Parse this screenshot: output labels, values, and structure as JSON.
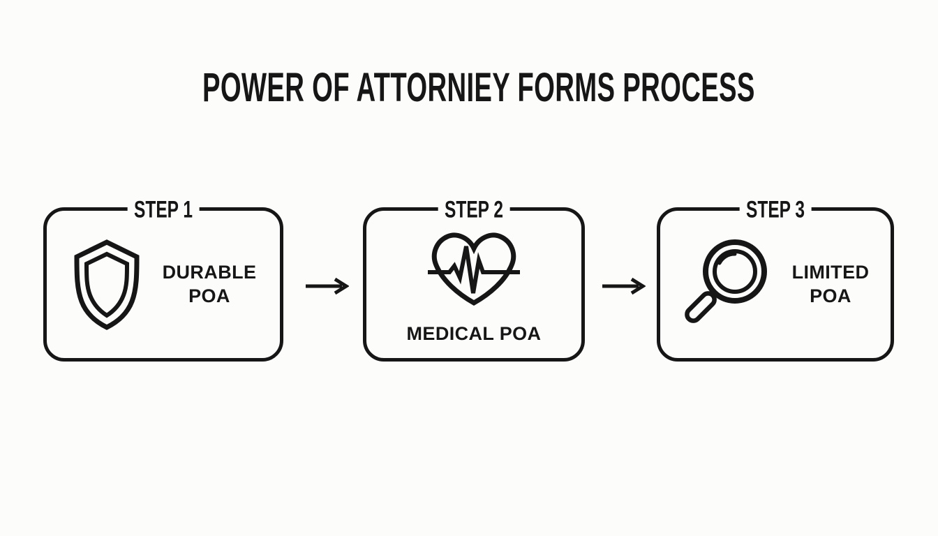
{
  "header": {
    "title": "POWER OF ATTORNIEY FORMS PROCESS"
  },
  "steps": [
    {
      "step_label": "STEP 1",
      "icon": "shield-icon",
      "poa_type_lines": [
        "DURABLE",
        "POA"
      ]
    },
    {
      "step_label": "STEP 2",
      "icon": "heart-pulse-icon",
      "poa_type_lines": [
        "MEDICAL POA"
      ]
    },
    {
      "step_label": "STEP 3",
      "icon": "magnifying-glass-icon",
      "poa_type_lines": [
        "LIMITED",
        "POA"
      ]
    }
  ],
  "connectors": [
    {
      "icon": "right-arrow-icon"
    },
    {
      "icon": "right-arrow-icon"
    }
  ],
  "colors": {
    "ink": "#161616",
    "background": "#fcfcfb"
  }
}
